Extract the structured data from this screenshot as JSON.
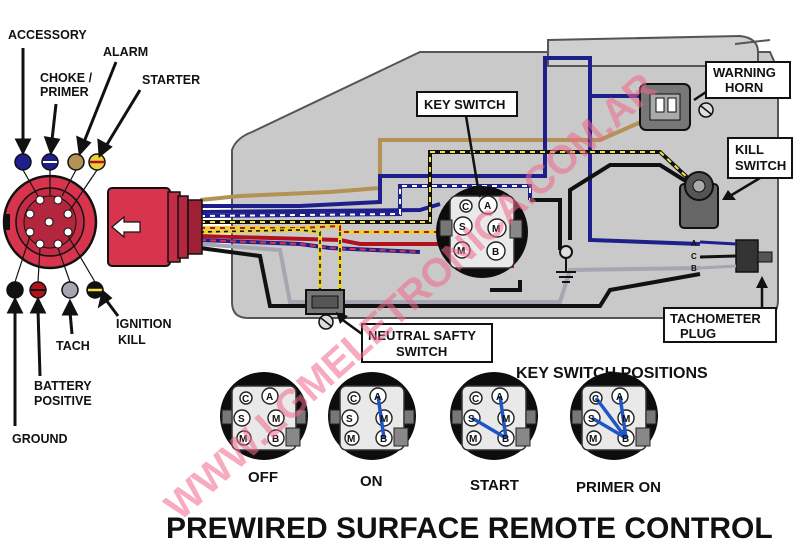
{
  "title": "PREWIRED SURFACE REMOTE CONTROL",
  "watermark": "WWW.LGMELETRONICA.COM.AR",
  "connector_labels": {
    "accessory": "ACCESSORY",
    "choke_primer_line1": "CHOKE /",
    "choke_primer_line2": "PRIMER",
    "alarm": "ALARM",
    "starter": "STARTER",
    "ignition_kill_line1": "IGNITION",
    "ignition_kill_line2": "KILL",
    "tach": "TACH",
    "battery_positive_line1": "BATTERY",
    "battery_positive_line2": "POSITIVE",
    "ground": "GROUND"
  },
  "callouts": {
    "key_switch": "KEY SWITCH",
    "warning_horn_line1": "WARNING",
    "warning_horn_line2": "HORN",
    "kill_switch_line1": "KILL",
    "kill_switch_line2": "SWITCH",
    "neutral_safety_line1": "NEUTRAL SAFTY",
    "neutral_safety_line2": "SWITCH",
    "tachometer_plug_line1": "TACHOMETER",
    "tachometer_plug_line2": "PLUG"
  },
  "tach_terminals": {
    "a": "A",
    "c": "C",
    "b": "B"
  },
  "key_switch_terminals": {
    "c": "C",
    "a": "A",
    "s": "S",
    "m": "M",
    "m_circle": "M",
    "b": "B"
  },
  "key_switch_positions": {
    "heading": "KEY SWITCH POSITIONS",
    "off": "OFF",
    "on": "ON",
    "start": "START",
    "primer_on": "PRIMER ON"
  },
  "colors": {
    "accessory": "#1f1f8c",
    "choke": "#1f1f8c",
    "alarm": "#b39256",
    "starter": "#e8d23a",
    "ignition_kill": "#111111",
    "battery_positive": "#b3121c",
    "tach": "#a6a6b3",
    "ground": "#111111",
    "housing": "#c9c9c9",
    "plug": "#d9344d",
    "jumper": "#2055c4"
  }
}
